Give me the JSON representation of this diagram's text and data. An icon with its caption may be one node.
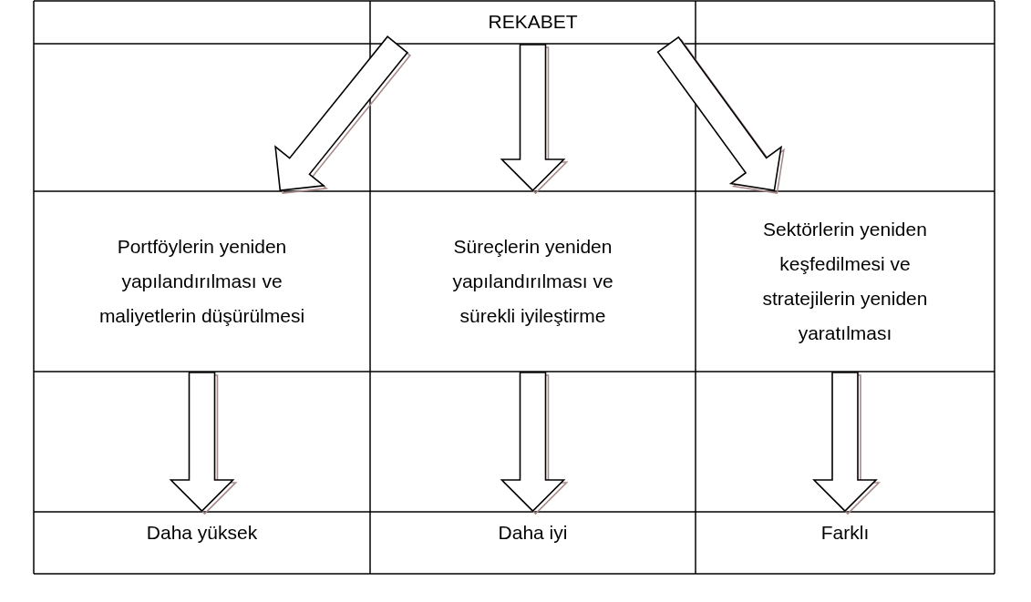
{
  "diagram": {
    "nodes": [
      {
        "text": [
          "REKABET"
        ]
      },
      {
        "text": [
          "Portföylerin yeniden yapılandırılması ve maliyetlerin düşürülmesi"
        ]
      },
      {
        "text": [
          "Süreçlerin yeniden yapılandırılması ve sürekli iyileştirme"
        ]
      },
      {
        "text": [
          "Sektörlerin yeniden keşfedilmesi ve stratejilerin yeniden yaratılması"
        ]
      },
      {
        "text": [
          "Daha yüksek"
        ]
      },
      {
        "text": [
          "Daha iyi"
        ]
      },
      {
        "text": [
          "Farklı"
        ]
      }
    ],
    "edges": [
      {
        "from": 0,
        "to": 1,
        "arrow": "to"
      },
      {
        "from": 0,
        "to": 2,
        "arrow": "to"
      },
      {
        "from": 0,
        "to": 3,
        "arrow": "to"
      },
      {
        "from": 1,
        "to": 4,
        "arrow": "to"
      },
      {
        "from": 2,
        "to": 5,
        "arrow": "to"
      },
      {
        "from": 3,
        "to": 6,
        "arrow": "to"
      }
    ]
  }
}
